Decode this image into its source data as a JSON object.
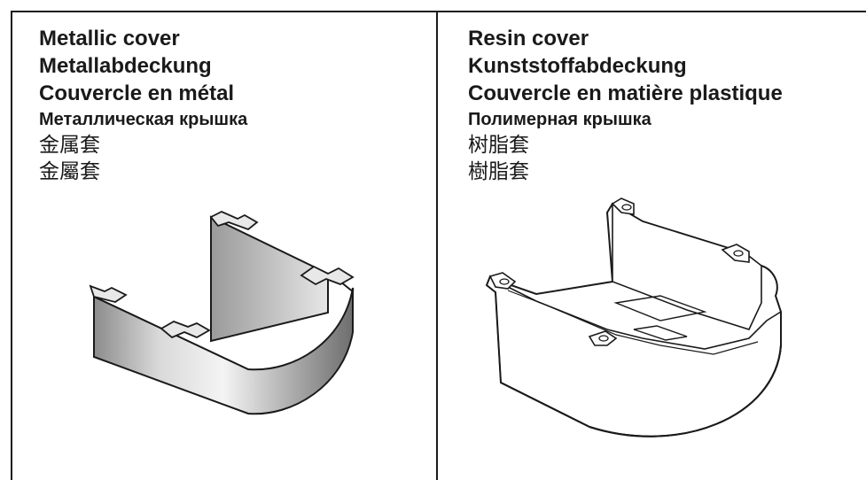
{
  "metal_panel": {
    "lines": [
      "Metallic cover",
      "Metallabdeckung",
      "Couvercle en métal",
      "Металлическая крышка",
      "金属套",
      "金屬套"
    ]
  },
  "resin_panel": {
    "lines": [
      "Resin cover",
      "Kunststoffabdeckung",
      "Couvercle en matière plastique",
      "Полимерная крышка",
      "树脂套",
      "樹脂套"
    ]
  },
  "icons": {
    "metal": "metallic-cover-illustration",
    "resin": "resin-cover-illustration"
  },
  "colors": {
    "frame": "#1a1a1a",
    "metal_light": "#f2f2f2",
    "metal_mid": "#b8b8b8",
    "metal_dark": "#6e6e6e"
  }
}
